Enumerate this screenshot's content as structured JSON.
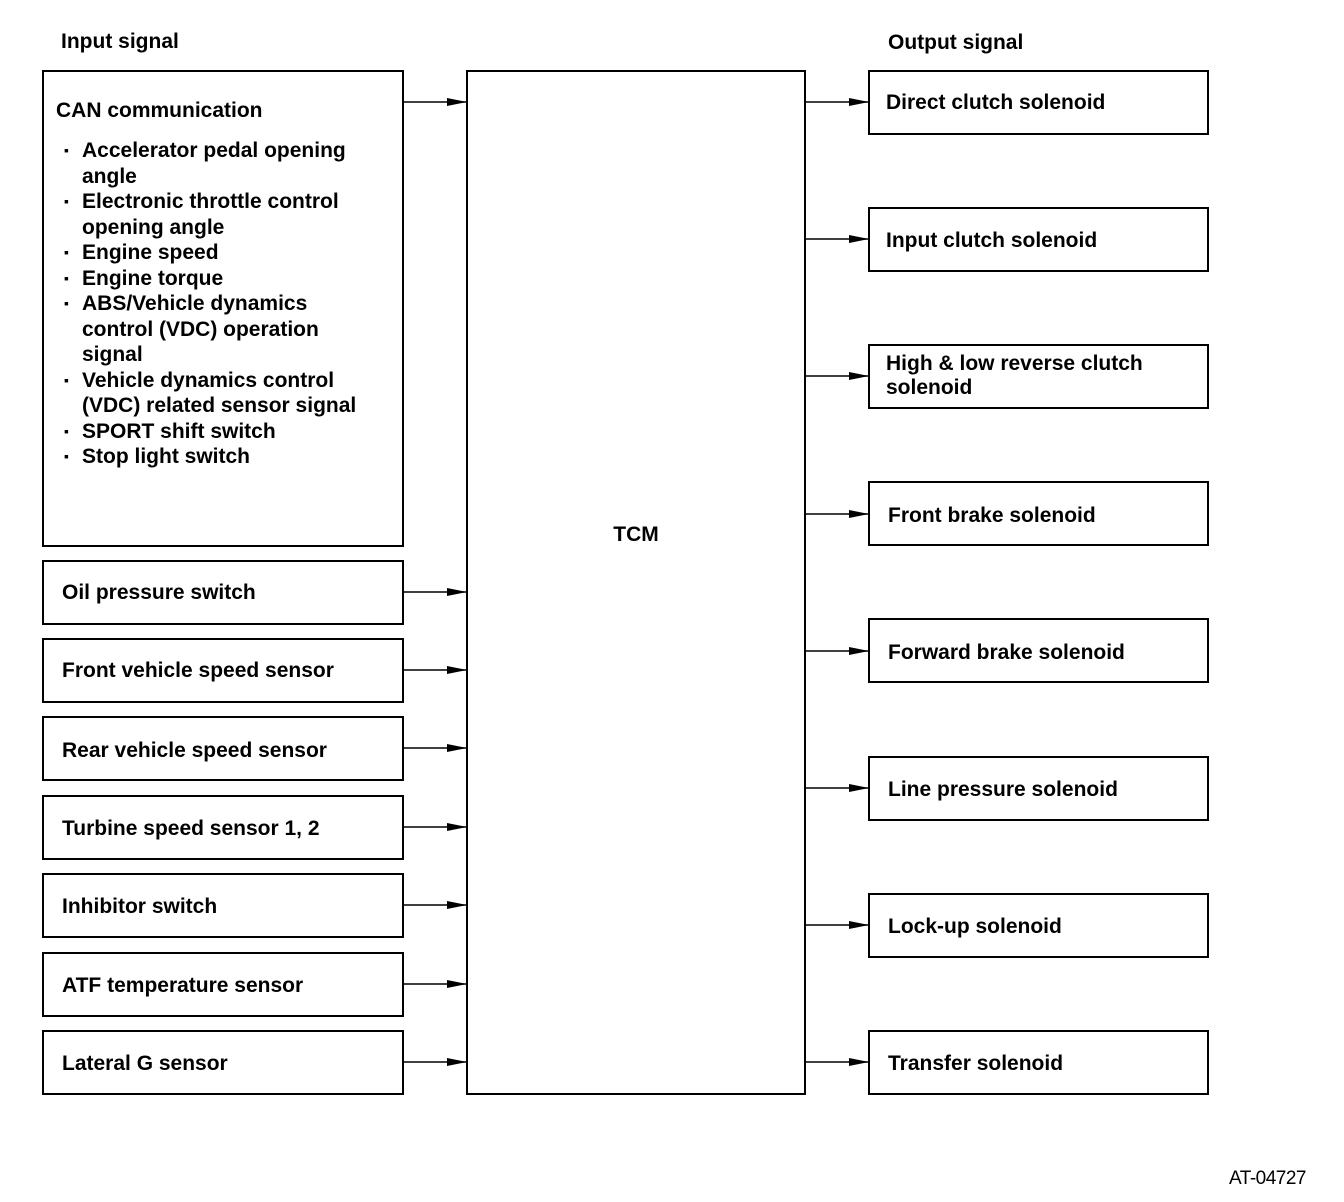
{
  "headers": {
    "input": "Input signal",
    "output": "Output signal"
  },
  "can": {
    "title": "CAN communication",
    "items": [
      "Accelerator pedal opening\nangle",
      "Electronic throttle control\nopening angle",
      "Engine speed",
      "Engine torque",
      "ABS/Vehicle dynamics\ncontrol (VDC) operation\nsignal",
      "Vehicle dynamics control\n(VDC) related sensor signal",
      "SPORT shift switch",
      "Stop light switch"
    ]
  },
  "inputs": [
    "Oil pressure switch",
    "Front vehicle speed sensor",
    "Rear vehicle speed sensor",
    "Turbine speed sensor 1, 2",
    "Inhibitor switch",
    "ATF temperature sensor",
    "Lateral G sensor"
  ],
  "center": {
    "label": "TCM"
  },
  "outputs": [
    "Direct clutch solenoid",
    "Input clutch solenoid",
    "High & low reverse clutch\nsolenoid",
    "Front brake solenoid",
    "Forward brake solenoid",
    "Line pressure solenoid",
    "Lock-up solenoid",
    "Transfer solenoid"
  ],
  "footer": {
    "code": "AT-04727"
  }
}
